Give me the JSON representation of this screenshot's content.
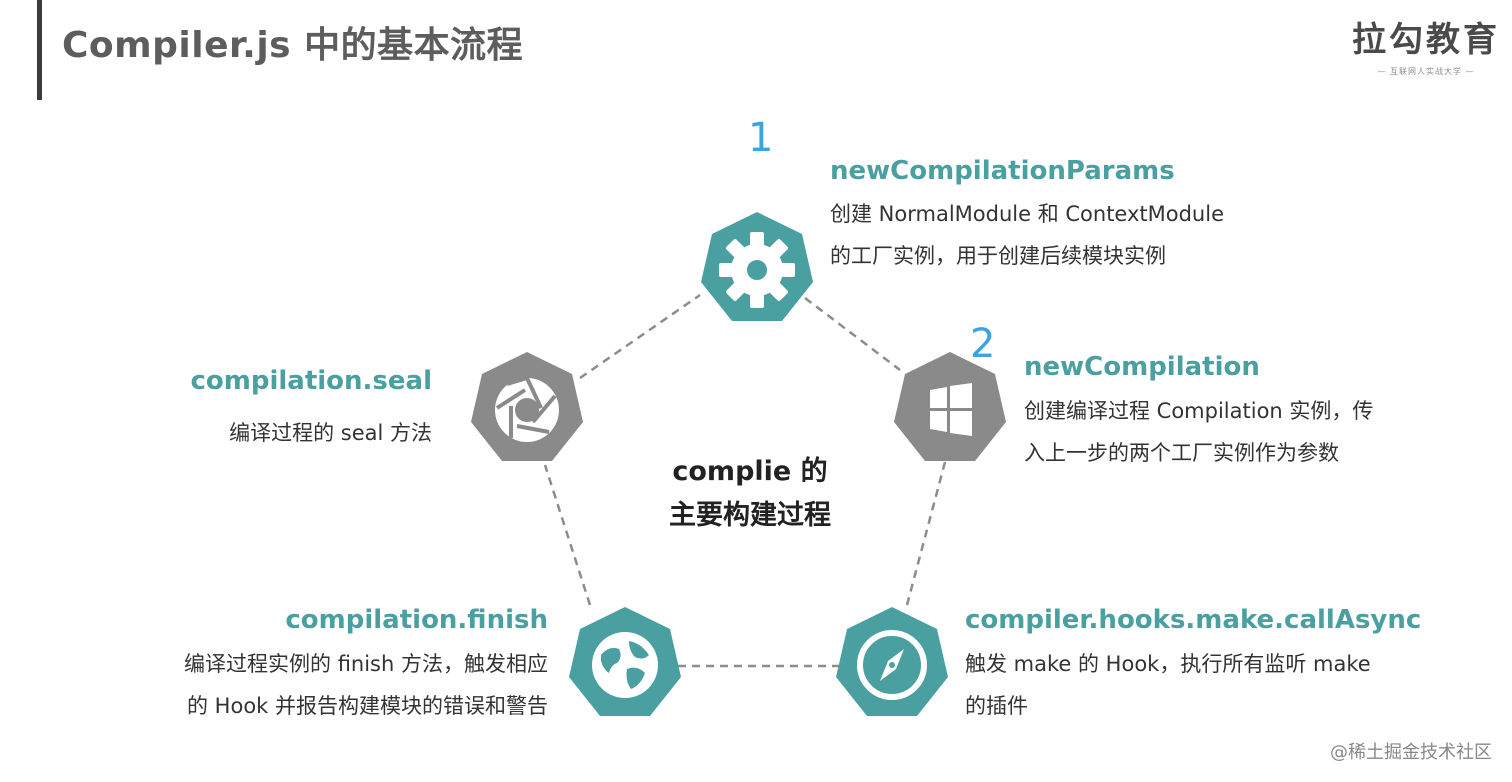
{
  "header": {
    "title": "Compiler.js 中的基本流程",
    "logo_main": "拉勾教育",
    "logo_sub": "— 互联网人实战大学 —"
  },
  "center": {
    "line1": "complie 的",
    "line2": "主要构建过程"
  },
  "steps": [
    {
      "number": "1",
      "heading": "newCompilationParams",
      "desc": [
        "创建 NormalModule 和 ContextModule",
        "的工厂实例，用于创建后续模块实例"
      ],
      "icon": "gear-icon",
      "color": "#4a9fa0"
    },
    {
      "number": "2",
      "heading": "newCompilation",
      "desc": [
        "创建编译过程 Compilation 实例，传",
        "入上一步的两个工厂实例作为参数"
      ],
      "icon": "windows-icon",
      "color": "#8a8a8a"
    },
    {
      "heading": "compiler.hooks.make.callAsync",
      "desc": [
        "触发 make 的 Hook，执行所有监听 make",
        "的插件"
      ],
      "icon": "compass-icon",
      "color": "#4a9fa0"
    },
    {
      "heading": "compilation.finish",
      "desc": [
        "编译过程实例的 finish 方法，触发相应",
        "的 Hook 并报告构建模块的错误和警告"
      ],
      "icon": "globe-icon",
      "color": "#4a9fa0"
    },
    {
      "heading": "compilation.seal",
      "desc": [
        "编译过程的 seal 方法"
      ],
      "icon": "aperture-icon",
      "color": "#8a8a8a"
    }
  ],
  "watermark": "@稀土掘金技术社区"
}
